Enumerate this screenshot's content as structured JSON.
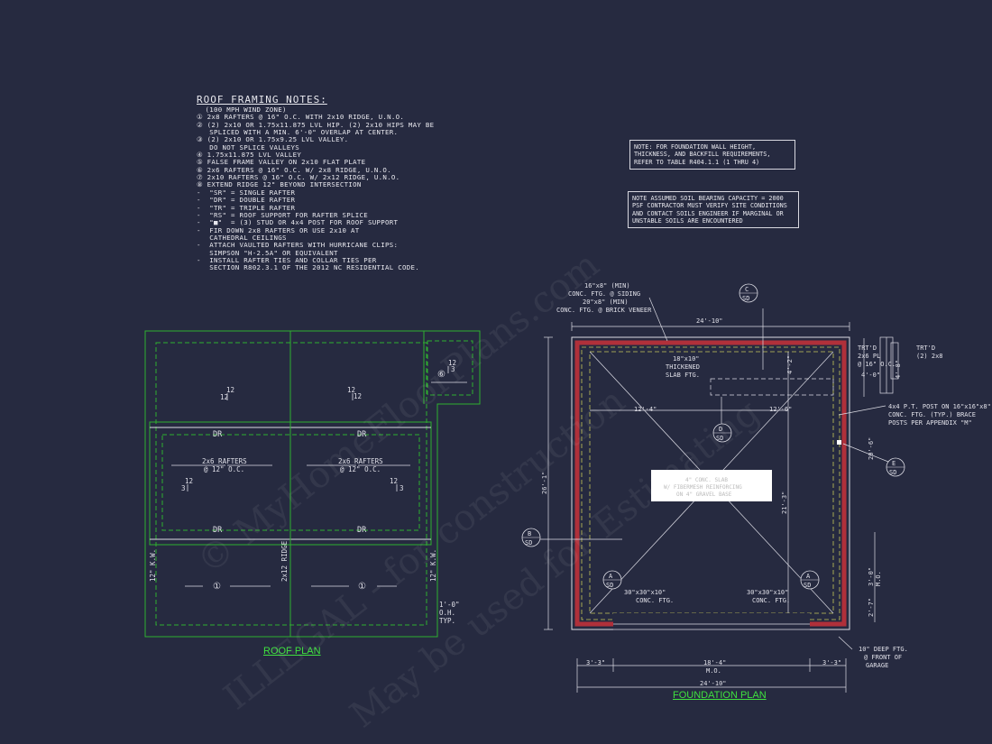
{
  "roof_notes": {
    "title": "ROOF FRAMING NOTES:",
    "lines": [
      "  (100 MPH WIND ZONE)",
      "① 2x8 RAFTERS @ 16\" O.C. WITH 2x10 RIDGE, U.N.O.",
      "② (2) 2x10 OR 1.75x11.875 LVL HIP. (2) 2x10 HIPS MAY BE",
      "   SPLICED WITH A MIN. 6'-0\" OVERLAP AT CENTER.",
      "③ (2) 2x10 OR 1.75x9.25 LVL VALLEY.",
      "   DO NOT SPLICE VALLEYS",
      "④ 1.75x11.875 LVL VALLEY",
      "⑤ FALSE FRAME VALLEY ON 2x10 FLAT PLATE",
      "⑥ 2x6 RAFTERS @ 16\" O.C. W/ 2x8 RIDGE, U.N.O.",
      "⑦ 2x10 RAFTERS @ 16\" O.C. W/ 2x12 RIDGE, U.N.O.",
      "⑧ EXTEND RIDGE 12\" BEYOND INTERSECTION",
      "-  \"SR\" = SINGLE RAFTER",
      "-  \"DR\" = DOUBLE RAFTER",
      "-  \"TR\" = TRIPLE RAFTER",
      "-  \"RS\" = ROOF SUPPORT FOR RAFTER SPLICE",
      "-  \"■\"  = (3) STUD OR 4x4 POST FOR ROOF SUPPORT",
      "-  FIR DOWN 2x8 RAFTERS OR USE 2x10 AT",
      "   CATHEDRAL CEILINGS",
      "-  ATTACH VAULTED RAFTERS WITH HURRICANE CLIPS:",
      "   SIMPSON \"H-2.5A\" OR EQUIVALENT",
      "-  INSTALL RAFTER TIES AND COLLAR TIES PER",
      "   SECTION R802.3.1 OF THE 2012 NC RESIDENTIAL CODE."
    ]
  },
  "note_foundation_wall": "NOTE: FOR FOUNDATION WALL HEIGHT,\nTHICKNESS, AND BACKFILL REQUIREMENTS,\nREFER TO TABLE R404.1.1 (1 THRU 4)",
  "note_soil": "NOTE ASSUMED SOIL BEARING CAPACITY = 2000\nPSF CONTRACTOR MUST VERIFY SITE CONDITIONS\nAND CONTACT SOILS ENGINEER IF MARGINAL OR\nUNSTABLE SOILS ARE ENCOUNTERED",
  "roof_plan": {
    "title": "ROOF PLAN",
    "dr": "DR",
    "rafters": "2x6 RAFTERS",
    "rafters_spacing": "@ 12\" O.C.",
    "pitch_rise": "12",
    "pitch_run_12": "12",
    "pitch_run_3": "3",
    "kw": "12\" K.W.",
    "ridge": "2x12\nRIDGE",
    "oh": "1'-0\"",
    "oh2": "O.H.",
    "typ": "TYP.",
    "tag_1": "①",
    "tag_6": "⑥"
  },
  "foundation_plan": {
    "title": "FOUNDATION PLAN",
    "ftg_siding": "16\"x8\" (MIN)",
    "ftg_siding2": "CONC. FTG. @ SIDING",
    "ftg_brick": "20\"x8\" (MIN)",
    "ftg_brick2": "CONC. FTG. @ BRICK VENEER",
    "dim_24_10": "24'-10\"",
    "dim_26_1": "26'-1\"",
    "dim_21_3": "21'-3\"",
    "dim_20_6": "20'-6\"",
    "dim_12_4": "12'-4\"",
    "dim_12_6": "12'-6\"",
    "dim_4_2": "4'-2\"",
    "dim_4_0": "4'-0\"",
    "dim_4_8": "4'-8\"",
    "dim_3_0": "3'-0\"",
    "dim_2_7": "2'-7\"",
    "dim_18_4": "18'-4\"",
    "dim_3_3": "3'-3\"",
    "mo": "M.O.",
    "slab": "18\"x10\"",
    "slab2": "THICKENED",
    "slab3": "SLAB FTG.",
    "trtd": "TRT'D",
    "trtd_2x6": "2x6 PL",
    "trtd_16": "@ 16\" O.C.",
    "trtd_right": "TRT'D",
    "trtd_right2": "(2) 2x8",
    "post": "4x4 P.T. POST ON 16\"x16\"x8\"",
    "post2": "CONC. FTG. (TYP.) BRACE",
    "post3": "POSTS PER APPENDIX \"M\"",
    "conc_ftg": "30\"x30\"x10\"",
    "conc_ftg2": "CONC. FTG.",
    "deep": "10\" DEEP FTG.",
    "deep2": "@ FRONT OF",
    "deep3": "GARAGE",
    "slab_note": "4\" CONC. SLAB\nW/ FIBERMESH REINFORCING\nON 4\" GRAVEL BASE",
    "sec_a": "A",
    "sec_b": "B",
    "sec_c": "C",
    "sec_d": "D",
    "sec_e": "E",
    "sd": "SD"
  },
  "watermark_lines": [
    "© MyHomeFloorPlans.com",
    "ILLEGAL - for construction",
    "May be used for Estimating"
  ],
  "colors": {
    "background": "#262a40",
    "green": "#2fb02f",
    "yellow": "#c8c85a",
    "red": "#b0303a",
    "line": "#dcdce4"
  }
}
